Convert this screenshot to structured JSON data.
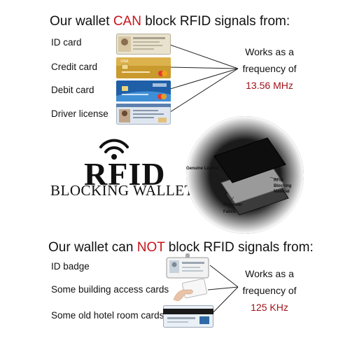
{
  "can": {
    "heading": {
      "prefix": "Our wallet ",
      "emphasis": "CAN",
      "suffix": "  block RFID signals from:"
    },
    "items": [
      "ID card",
      "Credit card",
      "Debit card",
      "Driver license"
    ],
    "frequency": {
      "line1": "Works as a",
      "line2": "frequency of",
      "value": "13.56 MHz"
    }
  },
  "logo": {
    "title": "RFID",
    "subtitle": "BLOCKING WALLET"
  },
  "diagram": {
    "layers": [
      "Genuine Leather",
      "RFID Blocking Material",
      "Polyester Fabric"
    ]
  },
  "cannot": {
    "heading": {
      "prefix": "Our wallet can ",
      "emphasis": "NOT",
      "suffix": " block RFID signals from:"
    },
    "items": [
      "ID badge",
      "Some building access cards",
      "Some old hotel room cards"
    ],
    "frequency": {
      "line1": "Works as a",
      "line2": "frequency of",
      "value": "125 KHz"
    }
  },
  "colors": {
    "emphasis_red": "#c8141a",
    "frequency_red": "#a01218",
    "card_gold": "#c99a2e",
    "card_blue": "#1f5fa8"
  }
}
